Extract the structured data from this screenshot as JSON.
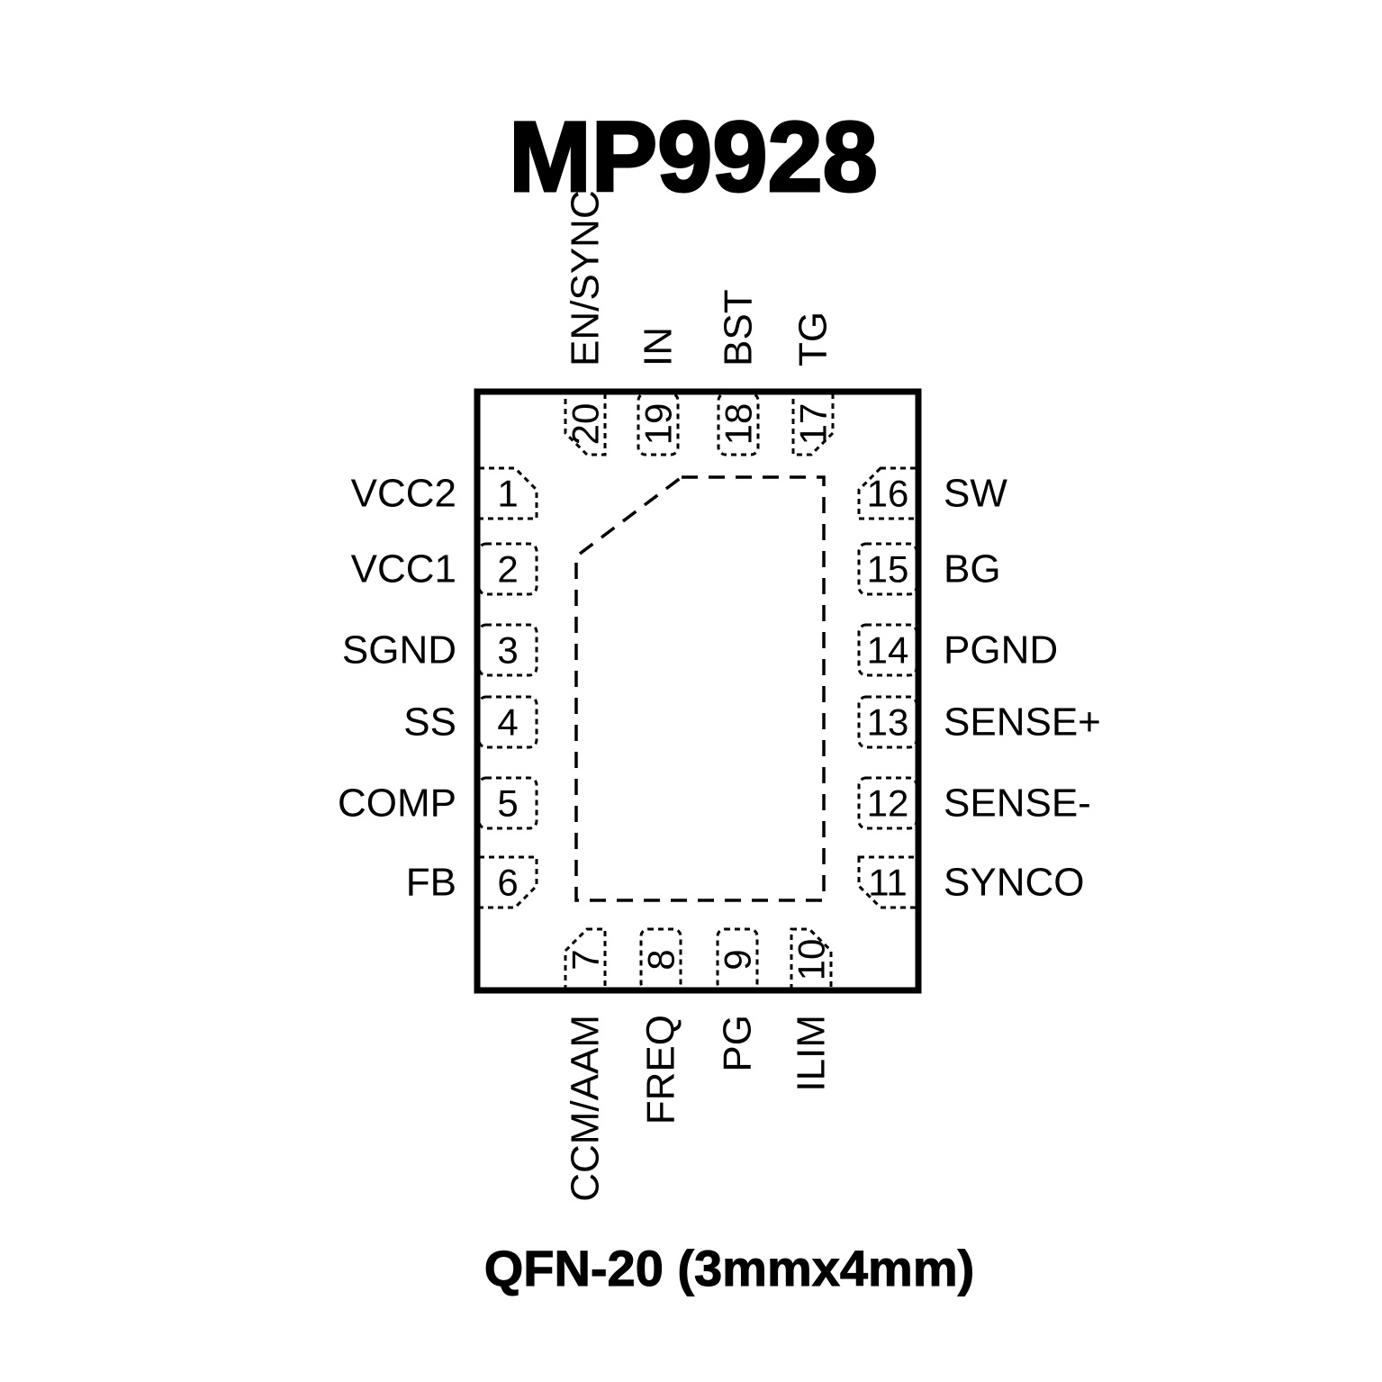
{
  "title": "MP9928",
  "caption": "QFN-20 (3mmx4mm)",
  "colors": {
    "line": "#000000",
    "background": "#ffffff"
  },
  "pins": {
    "top": [
      {
        "number": "20",
        "name": "EN/SYNC"
      },
      {
        "number": "19",
        "name": "IN"
      },
      {
        "number": "18",
        "name": "BST"
      },
      {
        "number": "17",
        "name": "TG"
      }
    ],
    "left": [
      {
        "number": "1",
        "name": "VCC2"
      },
      {
        "number": "2",
        "name": "VCC1"
      },
      {
        "number": "3",
        "name": "SGND"
      },
      {
        "number": "4",
        "name": "SS"
      },
      {
        "number": "5",
        "name": "COMP"
      },
      {
        "number": "6",
        "name": "FB"
      }
    ],
    "right": [
      {
        "number": "16",
        "name": "SW"
      },
      {
        "number": "15",
        "name": "BG"
      },
      {
        "number": "14",
        "name": "PGND"
      },
      {
        "number": "13",
        "name": "SENSE+"
      },
      {
        "number": "12",
        "name": "SENSE-"
      },
      {
        "number": "11",
        "name": "SYNCO"
      }
    ],
    "bottom": [
      {
        "number": "7",
        "name": "CCM/AAM"
      },
      {
        "number": "8",
        "name": "FREQ"
      },
      {
        "number": "9",
        "name": "PG"
      },
      {
        "number": "10",
        "name": "ILIM"
      }
    ]
  }
}
